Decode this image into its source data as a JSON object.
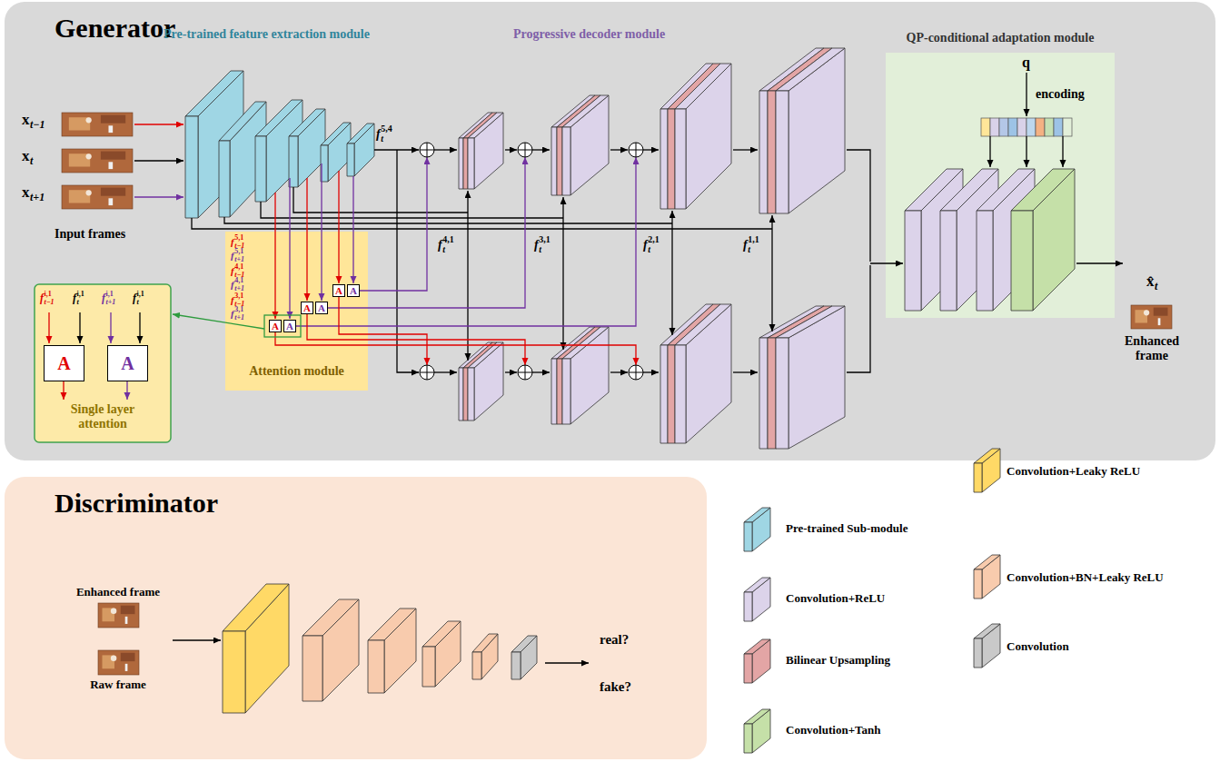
{
  "diagram": {
    "nodes": [
      {
        "text": [
          "Generator"
        ]
      },
      {
        "text": [
          "QP-conditional adaptation module"
        ],
        "in": 0
      },
      {
        "text": [
          "Attention module"
        ],
        "in": 0
      },
      {
        "text": [
          "A"
        ],
        "in": 2
      },
      {
        "text": [
          "A"
        ],
        "in": 2
      },
      {
        "text": [
          "A"
        ],
        "in": 2
      },
      {
        "text": [
          "A"
        ],
        "in": 2
      },
      {
        "text": [
          "A"
        ],
        "in": 2
      },
      {
        "text": [
          "A"
        ],
        "in": 2
      },
      {
        "text": [
          "Single layer attention"
        ],
        "in": 0
      },
      {
        "text": [
          "A"
        ],
        "in": 9
      },
      {
        "text": [
          "A"
        ],
        "in": 9
      },
      {
        "text": [
          "Discriminator"
        ]
      }
    ],
    "labels": [
      "Pre-trained feature extraction module",
      "Progressive decoder module",
      "Input frames",
      "Enhanced frame",
      "Enhanced frame",
      "Raw frame",
      "real?",
      "fake?",
      "q",
      "encoding",
      "x",
      "t−1",
      "x",
      "t",
      "x",
      "t+1",
      "x̂",
      "t",
      "f",
      "t",
      "5,4",
      "f",
      "t",
      "4,1",
      "f",
      "t",
      "3,1",
      "f",
      "t",
      "2,1",
      "f",
      "t",
      "1,1",
      "f",
      "t−1",
      "3,1",
      "f",
      "t+1",
      "3,1",
      "f",
      "t−1",
      "4,1",
      "f",
      "t+1",
      "4,1",
      "f",
      "t−1",
      "5,1",
      "f",
      "t+1",
      "5,1",
      "f",
      "t−1",
      "i,1",
      "f",
      "t",
      "i,1",
      "f",
      "t+1",
      "i,1",
      "f",
      "t",
      "i,1"
    ],
    "legend": [
      {
        "text": "Pre-trained Sub-module",
        "color": "#9fd6e4"
      },
      {
        "text": "Convolution+Leaky ReLU",
        "color": "#ffd966"
      },
      {
        "text": "Convolution+ReLU",
        "color": "#dcd3ea"
      },
      {
        "text": "Convolution+BN+Leaky ReLU",
        "color": "#f8cbad"
      },
      {
        "text": "Bilinear Upsampling",
        "color": "#e3a5a5"
      },
      {
        "text": "Convolution",
        "color": "#c9c9c9"
      },
      {
        "text": "Convolution+Tanh",
        "color": "#c5e0a8"
      }
    ]
  }
}
